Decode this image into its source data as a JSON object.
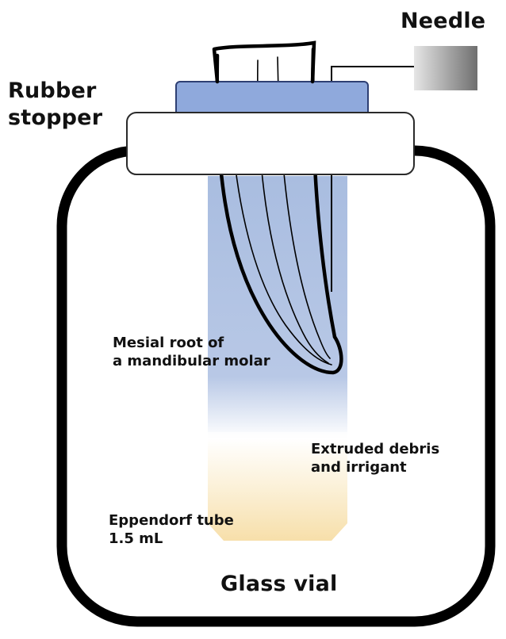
{
  "labels": {
    "needle": "Needle",
    "stopper_line1": "Rubber",
    "stopper_line2": "stopper",
    "root_line1": "Mesial root of",
    "root_line2": "a mandibular molar",
    "debris_line1": "Extruded debris",
    "debris_line2": "and irrigant",
    "tube_line1": "Eppendorf tube",
    "tube_line2": "1.5 mL",
    "vial": "Glass vial"
  },
  "colors": {
    "outline": "#000000",
    "cap_blue": "#8fa9dc",
    "tube_blue": "#a9bde0",
    "liquid_yellow": "#f7dfaa",
    "needle_hub": "#8a8a8a"
  }
}
